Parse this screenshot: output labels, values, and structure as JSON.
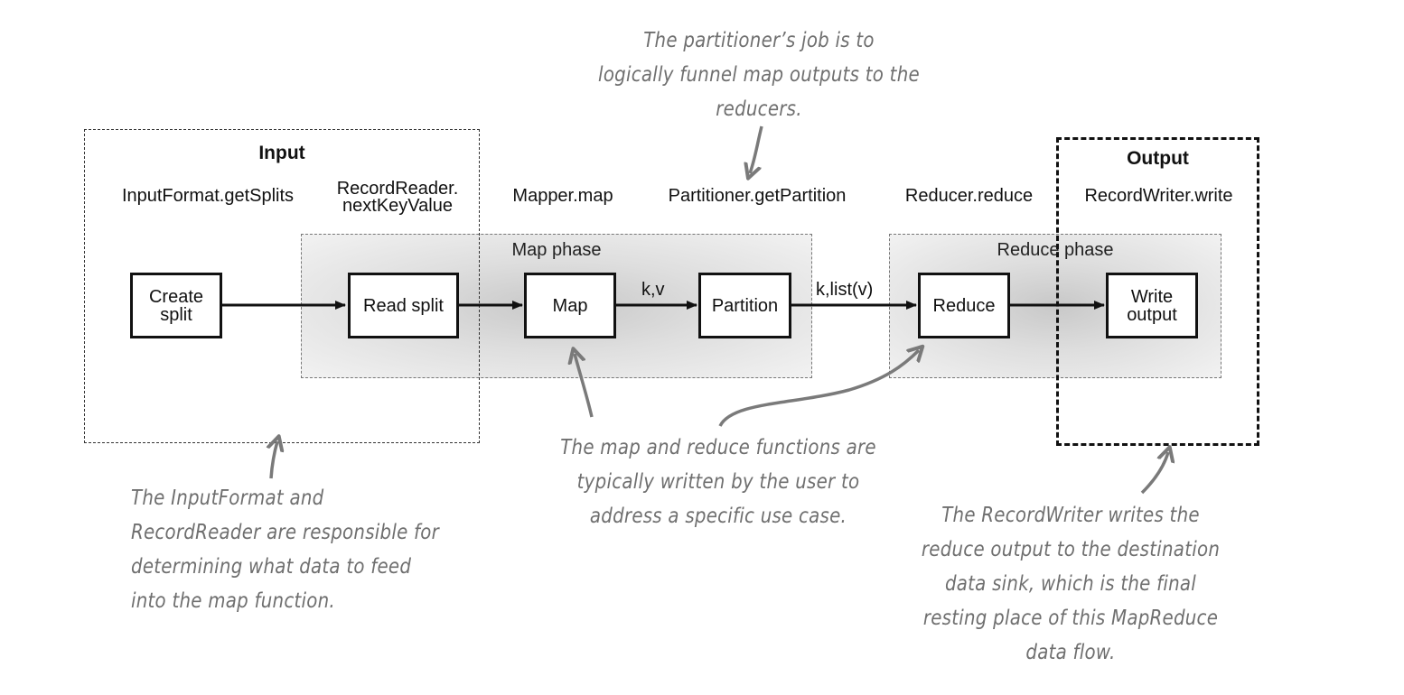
{
  "regions": {
    "input_title": "Input",
    "output_title": "Output",
    "map_phase": "Map phase",
    "reduce_phase": "Reduce phase"
  },
  "methods": {
    "input_format": "InputFormat.getSplits",
    "record_reader": "RecordReader.\nnextKeyValue",
    "mapper": "Mapper.map",
    "partitioner": "Partitioner.getPartition",
    "reducer": "Reducer.reduce",
    "record_writer": "RecordWriter.write"
  },
  "boxes": {
    "create_split": "Create\nsplit",
    "read_split": "Read split",
    "map": "Map",
    "partition": "Partition",
    "reduce": "Reduce",
    "write_output": "Write\noutput"
  },
  "edge_labels": {
    "kv": "k,v",
    "klist": "k,list(v)"
  },
  "notes": {
    "partitioner": [
      "The partitioner’s job is to",
      "logically funnel map outputs to the",
      "reducers."
    ],
    "input": [
      "The InputFormat and",
      "RecordReader are responsible for",
      "determining what data to feed",
      "into the map function."
    ],
    "map_reduce": [
      "The map and reduce functions are",
      "typically written by the user to",
      "address a specific use case."
    ],
    "record_writer": [
      "The RecordWriter writes the",
      "reduce output to the destination",
      "data sink, which is the final",
      "resting place of this MapReduce",
      "data flow."
    ]
  }
}
